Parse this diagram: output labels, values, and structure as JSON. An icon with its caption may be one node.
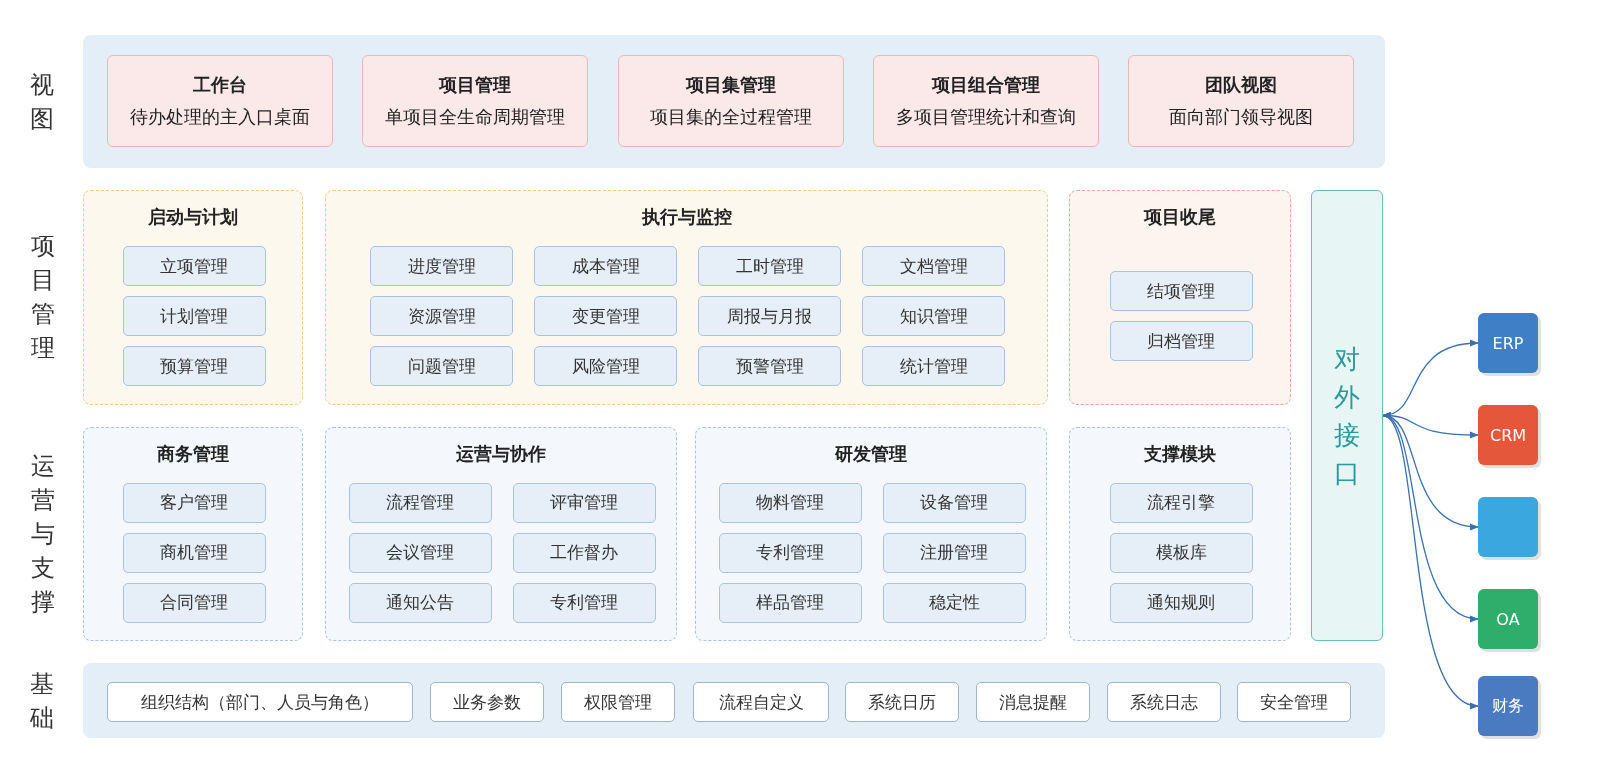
{
  "diagram": {
    "nodes": [
      {
        "text": [
          "视图"
        ]
      },
      {
        "text": [
          "工作台",
          "待办处理的主入口桌面"
        ],
        "in": 0
      },
      {
        "text": [
          "项目管理",
          "单项目全生命周期管理"
        ],
        "in": 0
      },
      {
        "text": [
          "项目集管理",
          "项目集的全过程管理"
        ],
        "in": 0
      },
      {
        "text": [
          "项目组合管理",
          "多项目管理统计和查询"
        ],
        "in": 0
      },
      {
        "text": [
          "团队视图",
          "面向部门领导视图"
        ],
        "in": 0
      },
      {
        "text": [
          "启动与计划"
        ]
      },
      {
        "text": [
          "立项管理"
        ],
        "in": 6
      },
      {
        "text": [
          "计划管理"
        ],
        "in": 6
      },
      {
        "text": [
          "预算管理"
        ],
        "in": 6
      },
      {
        "text": [
          "执行与监控"
        ]
      },
      {
        "text": [
          "进度管理"
        ],
        "in": 10
      },
      {
        "text": [
          "成本管理"
        ],
        "in": 10
      },
      {
        "text": [
          "工时管理"
        ],
        "in": 10
      },
      {
        "text": [
          "文档管理"
        ],
        "in": 10
      },
      {
        "text": [
          "资源管理"
        ],
        "in": 10
      },
      {
        "text": [
          "变更管理"
        ],
        "in": 10
      },
      {
        "text": [
          "周报与月报"
        ],
        "in": 10
      },
      {
        "text": [
          "知识管理"
        ],
        "in": 10
      },
      {
        "text": [
          "问题管理"
        ],
        "in": 10
      },
      {
        "text": [
          "风险管理"
        ],
        "in": 10
      },
      {
        "text": [
          "预警管理"
        ],
        "in": 10
      },
      {
        "text": [
          "统计管理"
        ],
        "in": 10
      },
      {
        "text": [
          "项目收尾"
        ]
      },
      {
        "text": [
          "结项管理"
        ],
        "in": 23
      },
      {
        "text": [
          "归档管理"
        ],
        "in": 23
      },
      {
        "text": [
          "商务管理"
        ]
      },
      {
        "text": [
          "客户管理"
        ],
        "in": 26
      },
      {
        "text": [
          "商机管理"
        ],
        "in": 26
      },
      {
        "text": [
          "合同管理"
        ],
        "in": 26
      },
      {
        "text": [
          "运营与协作"
        ]
      },
      {
        "text": [
          "流程管理"
        ],
        "in": 30
      },
      {
        "text": [
          "评审管理"
        ],
        "in": 30
      },
      {
        "text": [
          "会议管理"
        ],
        "in": 30
      },
      {
        "text": [
          "工作督办"
        ],
        "in": 30
      },
      {
        "text": [
          "通知公告"
        ],
        "in": 30
      },
      {
        "text": [
          "专利管理"
        ],
        "in": 30
      },
      {
        "text": [
          "研发管理"
        ]
      },
      {
        "text": [
          "物料管理"
        ],
        "in": 37
      },
      {
        "text": [
          "设备管理"
        ],
        "in": 37
      },
      {
        "text": [
          "专利管理"
        ],
        "in": 37
      },
      {
        "text": [
          "注册管理"
        ],
        "in": 37
      },
      {
        "text": [
          "样品管理"
        ],
        "in": 37
      },
      {
        "text": [
          "稳定性"
        ],
        "in": 37
      },
      {
        "text": [
          "支撑模块"
        ]
      },
      {
        "text": [
          "流程引擎"
        ],
        "in": 44
      },
      {
        "text": [
          "模板库"
        ],
        "in": 44
      },
      {
        "text": [
          "通知规则"
        ],
        "in": 44
      },
      {
        "text": [
          "基础"
        ]
      },
      {
        "text": [
          "组织结构（部门、人员与角色）"
        ],
        "in": 48
      },
      {
        "text": [
          "业务参数"
        ],
        "in": 48
      },
      {
        "text": [
          "权限管理"
        ],
        "in": 48
      },
      {
        "text": [
          "流程自定义"
        ],
        "in": 48
      },
      {
        "text": [
          "系统日历"
        ],
        "in": 48
      },
      {
        "text": [
          "消息提醒"
        ],
        "in": 48
      },
      {
        "text": [
          "系统日志"
        ],
        "in": 48
      },
      {
        "text": [
          "安全管理"
        ],
        "in": 48
      },
      {
        "text": [
          "对外接口"
        ]
      },
      {
        "text": [
          "ERP"
        ]
      },
      {
        "text": [
          "CRM"
        ]
      },
      {
        "text": [],
        "shape": "box"
      },
      {
        "text": [
          "OA"
        ]
      },
      {
        "text": [
          "财务"
        ]
      }
    ],
    "edges": [
      {
        "from": 57,
        "to": 58,
        "arrow": "both"
      },
      {
        "from": 57,
        "to": 59,
        "arrow": "both"
      },
      {
        "from": 57,
        "to": 60,
        "arrow": "both"
      },
      {
        "from": 57,
        "to": 61,
        "arrow": "both"
      },
      {
        "from": 57,
        "to": 62,
        "arrow": "both"
      }
    ],
    "labels": [
      "项目管理",
      "运营与支撑"
    ]
  }
}
